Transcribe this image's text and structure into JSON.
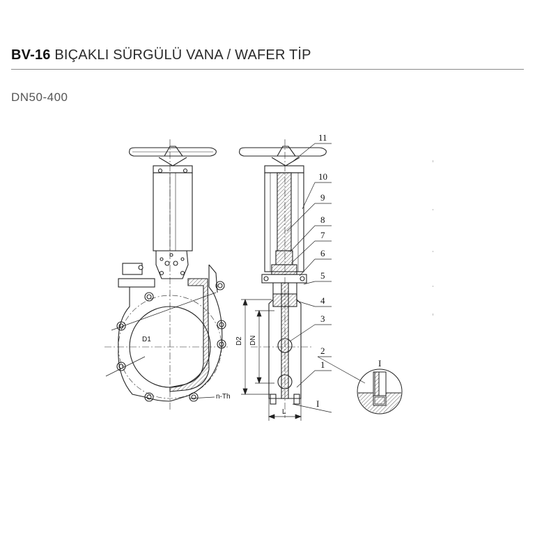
{
  "header": {
    "code": "BV-16",
    "name": "BIÇAKLI SÜRGÜLÜ VANA / WAFER TİP",
    "range": "DN50-400"
  },
  "drawing": {
    "dimensions": {
      "d1": "D1",
      "d2": "D2",
      "dn": "DN",
      "l": "L",
      "holes": "n-Th"
    },
    "part_numbers": [
      "1",
      "2",
      "3",
      "4",
      "5",
      "6",
      "7",
      "8",
      "9",
      "10",
      "11"
    ],
    "detail_mark": "I",
    "detail_title": "I"
  }
}
